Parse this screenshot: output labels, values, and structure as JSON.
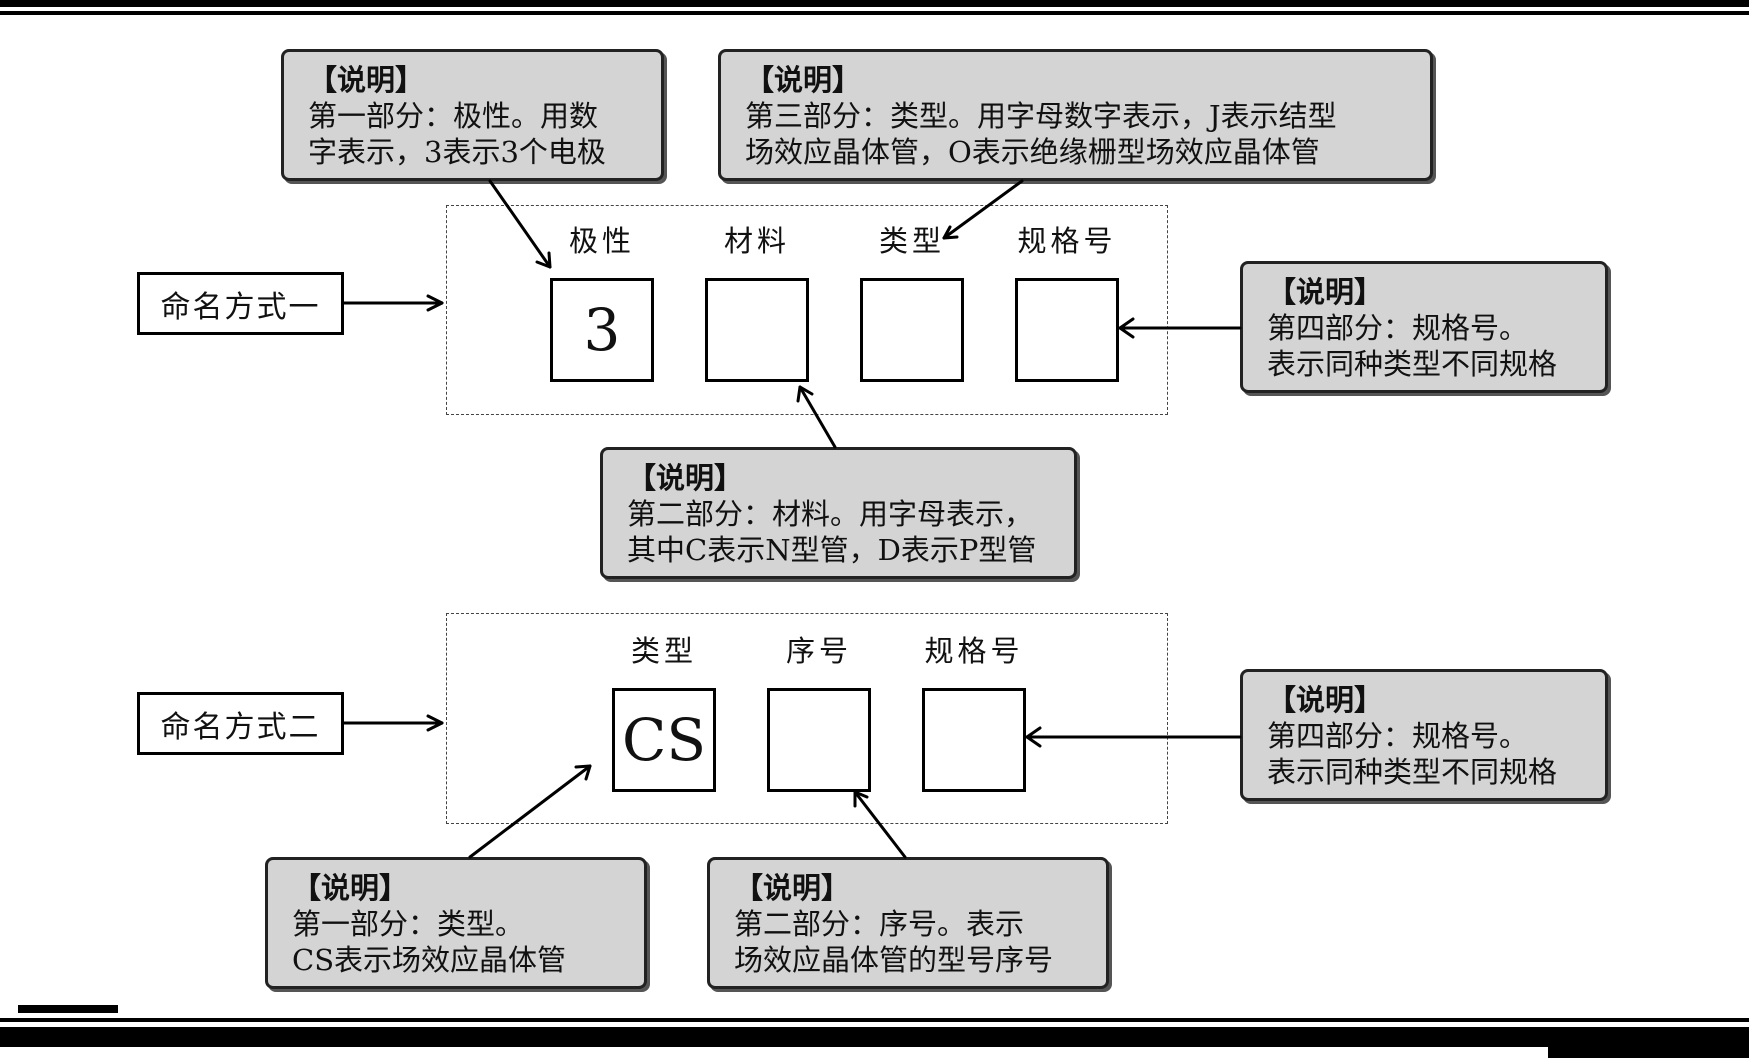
{
  "scheme1": {
    "label": "命名方式一",
    "headers": [
      "极性",
      "材料",
      "类型",
      "规格号"
    ],
    "cells": [
      "3",
      "",
      "",
      ""
    ]
  },
  "scheme2": {
    "label": "命名方式二",
    "headers": [
      "类型",
      "序号",
      "规格号"
    ],
    "cells": [
      "CS",
      "",
      ""
    ]
  },
  "notes": {
    "n1": {
      "title": "【说明】",
      "lines": [
        "第一部分：极性。用数",
        "字表示，3表示3个电极"
      ]
    },
    "n2": {
      "title": "【说明】",
      "lines": [
        "第三部分：类型。用字母数字表示，J表示结型",
        "场效应晶体管，O表示绝缘栅型场效应晶体管"
      ]
    },
    "n3": {
      "title": "【说明】",
      "lines": [
        "第四部分：规格号。",
        "表示同种类型不同规格"
      ]
    },
    "n4": {
      "title": "【说明】",
      "lines": [
        "第二部分：材料。用字母表示，",
        "其中C表示N型管，D表示P型管"
      ]
    },
    "n5": {
      "title": "【说明】",
      "lines": [
        "第四部分：规格号。",
        "表示同种类型不同规格"
      ]
    },
    "n6": {
      "title": "【说明】",
      "lines": [
        "第一部分：类型。",
        "CS表示场效应晶体管"
      ]
    },
    "n7": {
      "title": "【说明】",
      "lines": [
        "第二部分：序号。表示",
        "场效应晶体管的型号序号"
      ]
    }
  }
}
